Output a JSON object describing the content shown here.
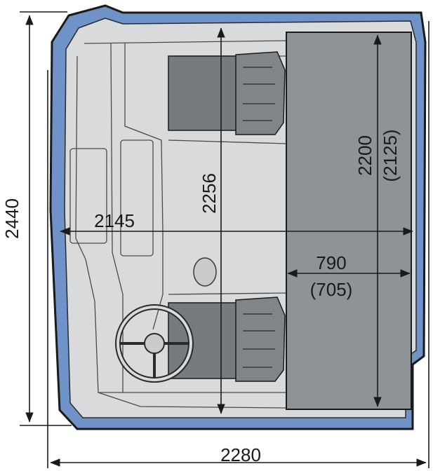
{
  "dimensions": {
    "overall_length": "2440",
    "overall_width": "2280",
    "cab_inner_width": "2145",
    "cab_inner_length": "2256",
    "bed_length": "2200",
    "bed_length_alt": "(2125)",
    "bed_width": "790",
    "bed_width_alt": "(705)"
  },
  "colors": {
    "outer_shell": "#6f93c8",
    "interior": "#d9dadc",
    "cargo_area": "#8e9398",
    "seat": "#767b80",
    "line": "#1a1a1a"
  }
}
